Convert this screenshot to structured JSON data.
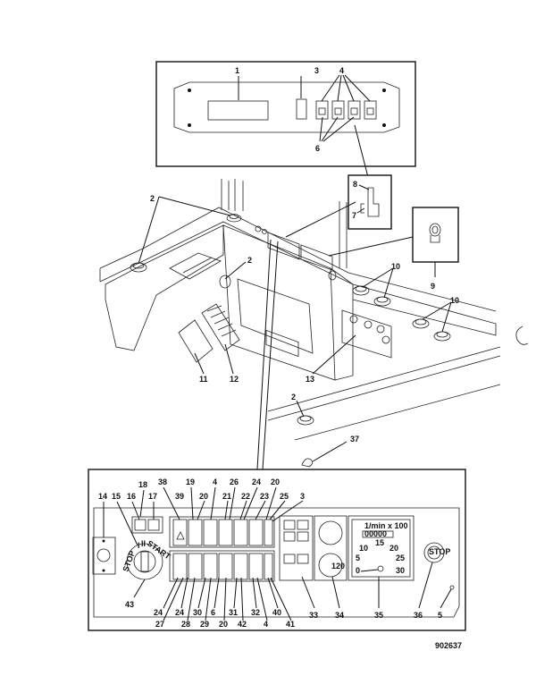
{
  "drawing_number": "902637",
  "callouts": {
    "c1": "1",
    "c2": "2",
    "c3": "3",
    "c4": "4",
    "c5": "5",
    "c6": "6",
    "c7": "7",
    "c8": "8",
    "c9": "9",
    "c10": "10",
    "c11": "11",
    "c12": "12",
    "c13": "13",
    "c14": "14",
    "c15": "15",
    "c16": "16",
    "c17": "17",
    "c18": "18",
    "c19": "19",
    "c20": "20",
    "c21": "21",
    "c22": "22",
    "c23": "23",
    "c24": "24",
    "c25": "25",
    "c26": "26",
    "c27": "27",
    "c28": "28",
    "c29": "29",
    "c30": "30",
    "c31": "31",
    "c32": "32",
    "c33": "33",
    "c34": "34",
    "c35": "35",
    "c36": "36",
    "c37": "37",
    "c38": "38",
    "c39": "39",
    "c40": "40",
    "c41": "41",
    "c42": "42",
    "c43": "43"
  },
  "key_switch": {
    "stop": "STOP",
    "start": "START",
    "roman_one": "I",
    "roman_two": "II"
  },
  "stop_button": {
    "label": "STOP"
  },
  "tacho": {
    "unit": "1/min x 100",
    "t0": "0",
    "t5": "5",
    "t10": "10",
    "t15": "15",
    "t20": "20",
    "t25": "25",
    "t30": "30",
    "counter": "00000"
  },
  "temp_gauge": {
    "reading": "120"
  }
}
